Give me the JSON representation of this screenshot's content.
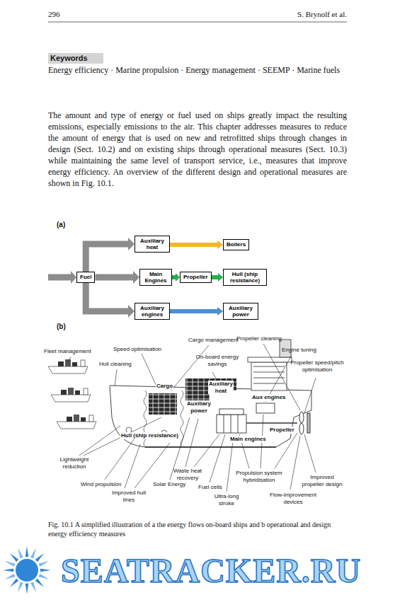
{
  "diagram": {
    "caption": "Fig. 10.1 A simplified illustration of a the energy flows on-board ships and b operational and design energy efficiency measures",
    "nodes": [
      {
        "text": [
          "Auxiliary heat"
        ]
      },
      {
        "text": [
          "Boilers"
        ]
      },
      {
        "text": [
          "Fuel"
        ]
      },
      {
        "text": [
          "Main Engines"
        ]
      },
      {
        "text": [
          "Propeller"
        ]
      },
      {
        "text": [
          "Hull (ship resistance)"
        ]
      },
      {
        "text": [
          "Auxiliary engines"
        ]
      },
      {
        "text": [
          "Auxiliary power"
        ]
      }
    ],
    "edges": [
      {
        "from": 2,
        "to": 0,
        "arrow": "to"
      },
      {
        "from": 2,
        "to": 3,
        "arrow": "to"
      },
      {
        "from": 2,
        "to": 6,
        "arrow": "to"
      },
      {
        "from": 0,
        "to": 1,
        "arrow": "to"
      },
      {
        "from": 3,
        "to": 4,
        "arrow": "to"
      },
      {
        "from": 4,
        "to": 5,
        "arrow": "to"
      },
      {
        "from": 6,
        "to": 7,
        "arrow": "to"
      }
    ],
    "labels": [
      "296",
      "S. Brynolf et al.",
      "Keywords",
      "Energy efficiency · Marine propulsion · Energy management · SEEMP · Marine fuels",
      "The amount and type of energy or fuel used on ships greatly impact the resulting emissions, especially emissions to the air. This chapter addresses measures to reduce the amount of energy that is used on new and retrofitted ships through changes in design (Sect. 10.2) and on existing ships through operational measures (Sect. 10.3) while maintaining the same level of transport service, i.e., measures that improve energy efficiency. An overview of the different design and operational measures are shown in Fig. 10.1.",
      "(a)",
      "(b)",
      "Fleet management",
      "Speed optimisation",
      "Cargo management",
      "Propeller cleaning",
      "Engine tuning",
      "Hull cleaning",
      "On-board energy savings",
      "Propeller speed/pitch optimisation",
      "Cargo",
      "Auxiliary heat",
      "Aux engines",
      "Auxiliary power",
      "Propeller",
      "Hull (ship resistance)",
      "Main engines",
      "Lightweight reduction",
      "Wind propulsion",
      "Solar Energy",
      "Improved hull lines",
      "Waste heat recovery",
      "Fuel cells",
      "Ultra-long stroke",
      "Propulsion system hybridisation",
      "Flow-improvement devices",
      "Improved propeller design",
      "SEATRACKER.RU"
    ]
  }
}
